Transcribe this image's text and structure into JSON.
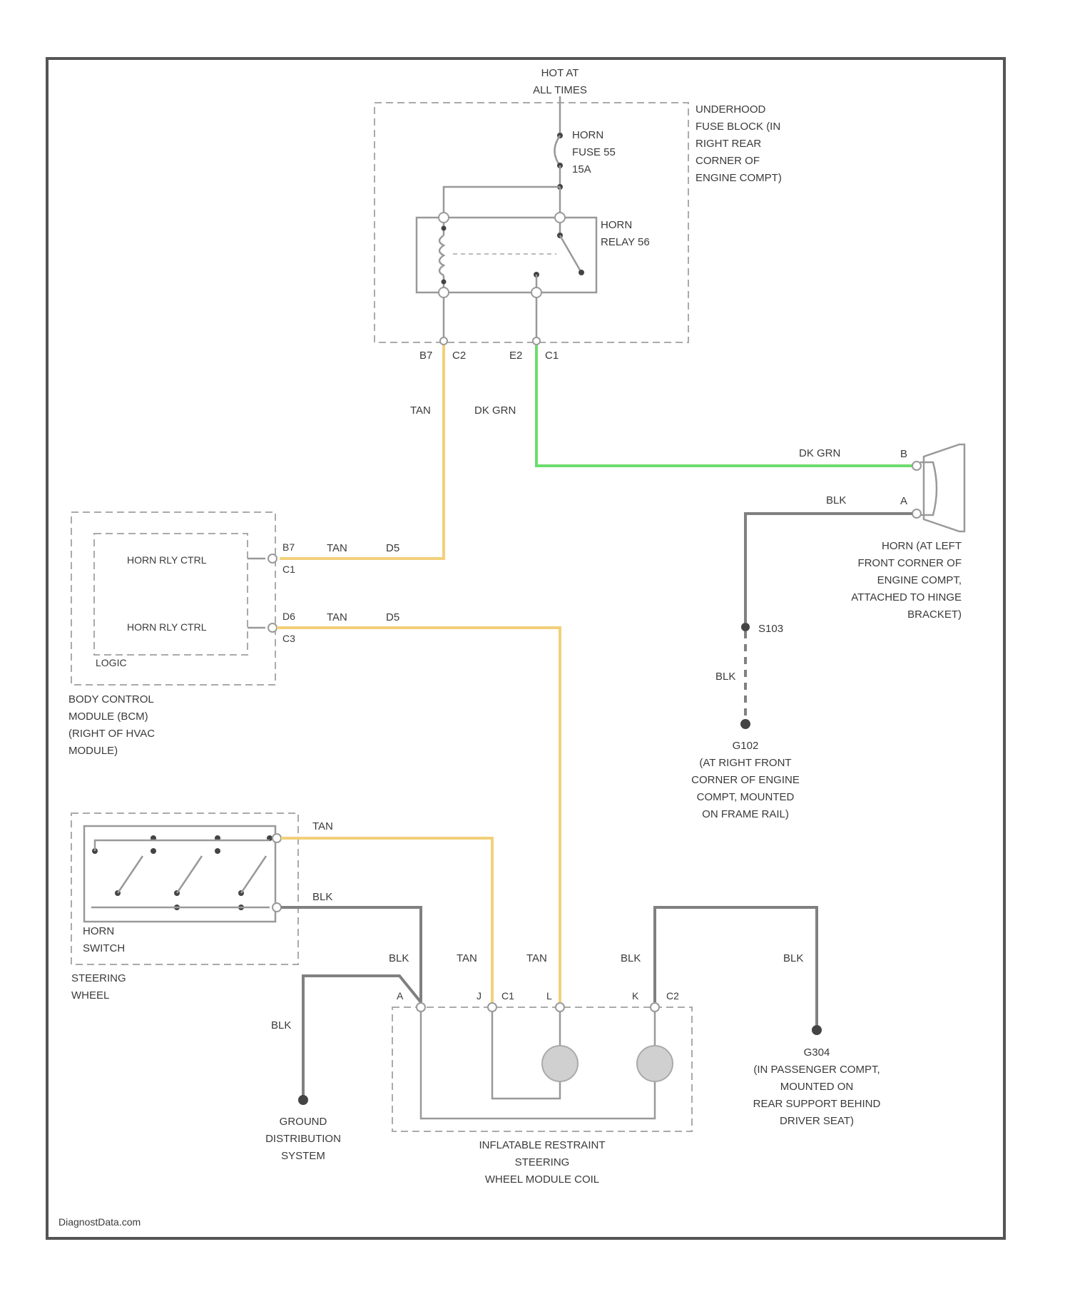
{
  "wire_colors": {
    "tan": "#f2d07a",
    "dk_grn": "#6ddc6d",
    "blk": "#808080"
  },
  "power": {
    "line1": "HOT AT",
    "line2": "ALL TIMES"
  },
  "fuse_block": {
    "lines": [
      "UNDERHOOD",
      "FUSE BLOCK (IN",
      "RIGHT REAR",
      "CORNER OF",
      "ENGINE COMPT)"
    ]
  },
  "horn_fuse": {
    "lines": [
      "HORN",
      "FUSE 55",
      "15A"
    ]
  },
  "horn_relay": {
    "lines": [
      "HORN",
      "RELAY 56"
    ]
  },
  "connectors": {
    "relay_left": {
      "pin": "B7",
      "conn": "C2"
    },
    "relay_right": {
      "pin": "E2",
      "conn": "C1"
    },
    "bcm_top": {
      "pin": "B7",
      "conn": "C1"
    },
    "bcm_bottom": {
      "pin": "D6",
      "conn": "C3"
    },
    "horn_b": "B",
    "horn_a": "A",
    "coil_a": "A",
    "coil_j": "J",
    "coil_c1": "C1",
    "coil_l": "L",
    "coil_k": "K",
    "coil_c2": "C2"
  },
  "wires": {
    "tan": "TAN",
    "dk_grn": "DK GRN",
    "blk": "BLK",
    "splice_a": "D5",
    "splice_b": "D5"
  },
  "bcm": {
    "signal1": "HORN RLY CTRL",
    "signal2": "HORN RLY CTRL",
    "logic": "LOGIC",
    "lines": [
      "BODY CONTROL",
      "MODULE (BCM)",
      "(RIGHT OF HVAC",
      "MODULE)"
    ]
  },
  "horn": {
    "lines": [
      "HORN (AT LEFT",
      "FRONT CORNER OF",
      "ENGINE COMPT,",
      "ATTACHED TO HINGE",
      "BRACKET)"
    ]
  },
  "splice": "S103",
  "ground_g102": {
    "lines": [
      "G102",
      "(AT RIGHT FRONT",
      "CORNER OF ENGINE",
      "COMPT, MOUNTED",
      "ON FRAME RAIL)"
    ]
  },
  "horn_switch": {
    "lines": [
      "HORN",
      "SWITCH",
      "STEERING",
      "WHEEL"
    ]
  },
  "ground_dist": {
    "lines": [
      "GROUND",
      "DISTRIBUTION",
      "SYSTEM"
    ]
  },
  "coil": {
    "lines": [
      "INFLATABLE RESTRAINT",
      "STEERING",
      "WHEEL MODULE COIL"
    ]
  },
  "ground_g304": {
    "lines": [
      "G304",
      "(IN PASSENGER COMPT,",
      "MOUNTED ON",
      "REAR SUPPORT BEHIND",
      "DRIVER SEAT)"
    ]
  },
  "watermark": "DiagnostData.com"
}
